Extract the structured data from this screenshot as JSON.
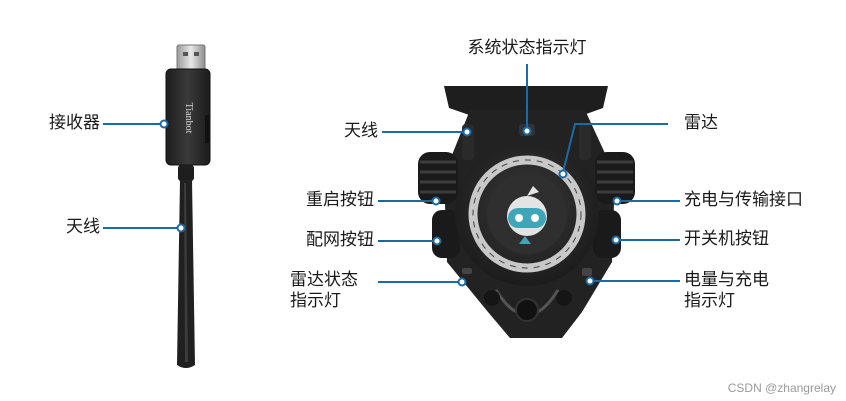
{
  "dongle": {
    "brand": "Tianbot",
    "labels": {
      "receiver": "接收器",
      "antenna": "天线"
    }
  },
  "robot": {
    "labels": {
      "system_status_light": "系统状态指示灯",
      "antenna": "天线",
      "lidar": "雷达",
      "restart_button": "重启按钮",
      "charge_port": "充电与传输接口",
      "network_button": "配网按钮",
      "power_button": "开关机按钮",
      "lidar_status_light_1": "雷达状态",
      "lidar_status_light_2": "指示灯",
      "battery_light_1": "电量与充电",
      "battery_light_2": "指示灯"
    }
  },
  "watermark": "CSDN @zhangrelay",
  "colors": {
    "accent": "#1c6aa3",
    "body": "#252525",
    "label": "#1a1a1a"
  }
}
